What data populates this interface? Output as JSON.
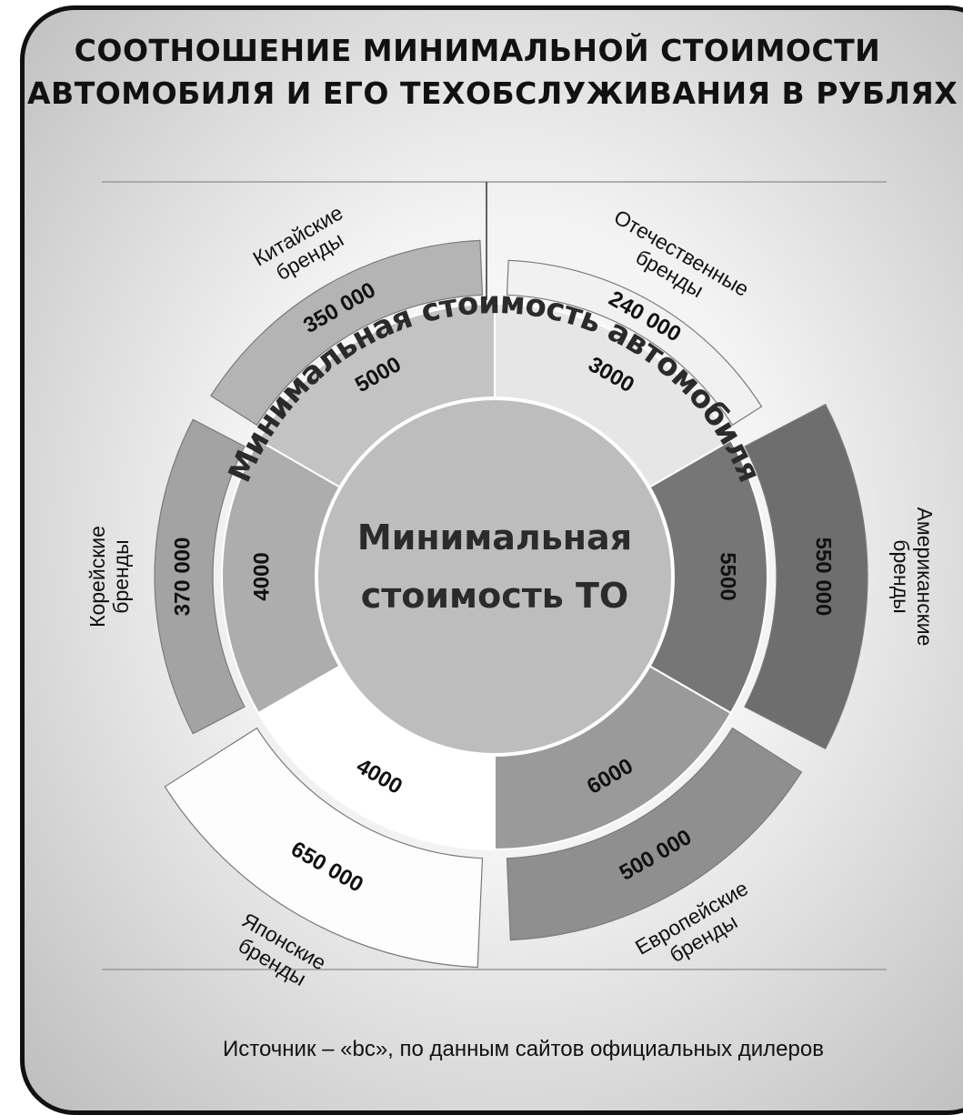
{
  "title": {
    "line1": "СООТНОШЕНИЕ МИНИМАЛЬНОЙ СТОИМОСТИ",
    "line2": "АВТОМОБИЛЯ И ЕГО ТЕХОБСЛУЖИВАНИЯ В РУБЛЯХ"
  },
  "source": "Источник – «bc», по данным сайтов официальных дилеров",
  "chart_data": {
    "type": "pie",
    "center_label": [
      "Минимальная",
      "стоимость ТО"
    ],
    "ring_label": "Минимальная стоимость автомобиля",
    "categories": [
      "Отечественные бренды",
      "Американские бренды",
      "Европейские бренды",
      "Японские бренды",
      "Корейские бренды",
      "Китайские бренды"
    ],
    "series": [
      {
        "name": "Минимальная стоимость автомобиля",
        "values": [
          240000,
          550000,
          500000,
          650000,
          370000,
          350000
        ],
        "labels": [
          "240 000",
          "550 000",
          "500 000",
          "650 000",
          "370 000",
          "350 000"
        ]
      },
      {
        "name": "Минимальная стоимость ТО",
        "values": [
          3000,
          5500,
          6000,
          4000,
          4000,
          5000
        ],
        "labels": [
          "3000",
          "5500",
          "6000",
          "4000",
          "4000",
          "5000"
        ]
      }
    ],
    "colors": [
      "#f1f1f1",
      "#6e6e6e",
      "#8f8f8f",
      "#fdfdfd",
      "#a3a3a3",
      "#b4b4b4"
    ],
    "inner_colors": [
      "#e6e6e6",
      "#767676",
      "#9a9a9a",
      "#ffffff",
      "#adadad",
      "#c3c3c3"
    ]
  }
}
